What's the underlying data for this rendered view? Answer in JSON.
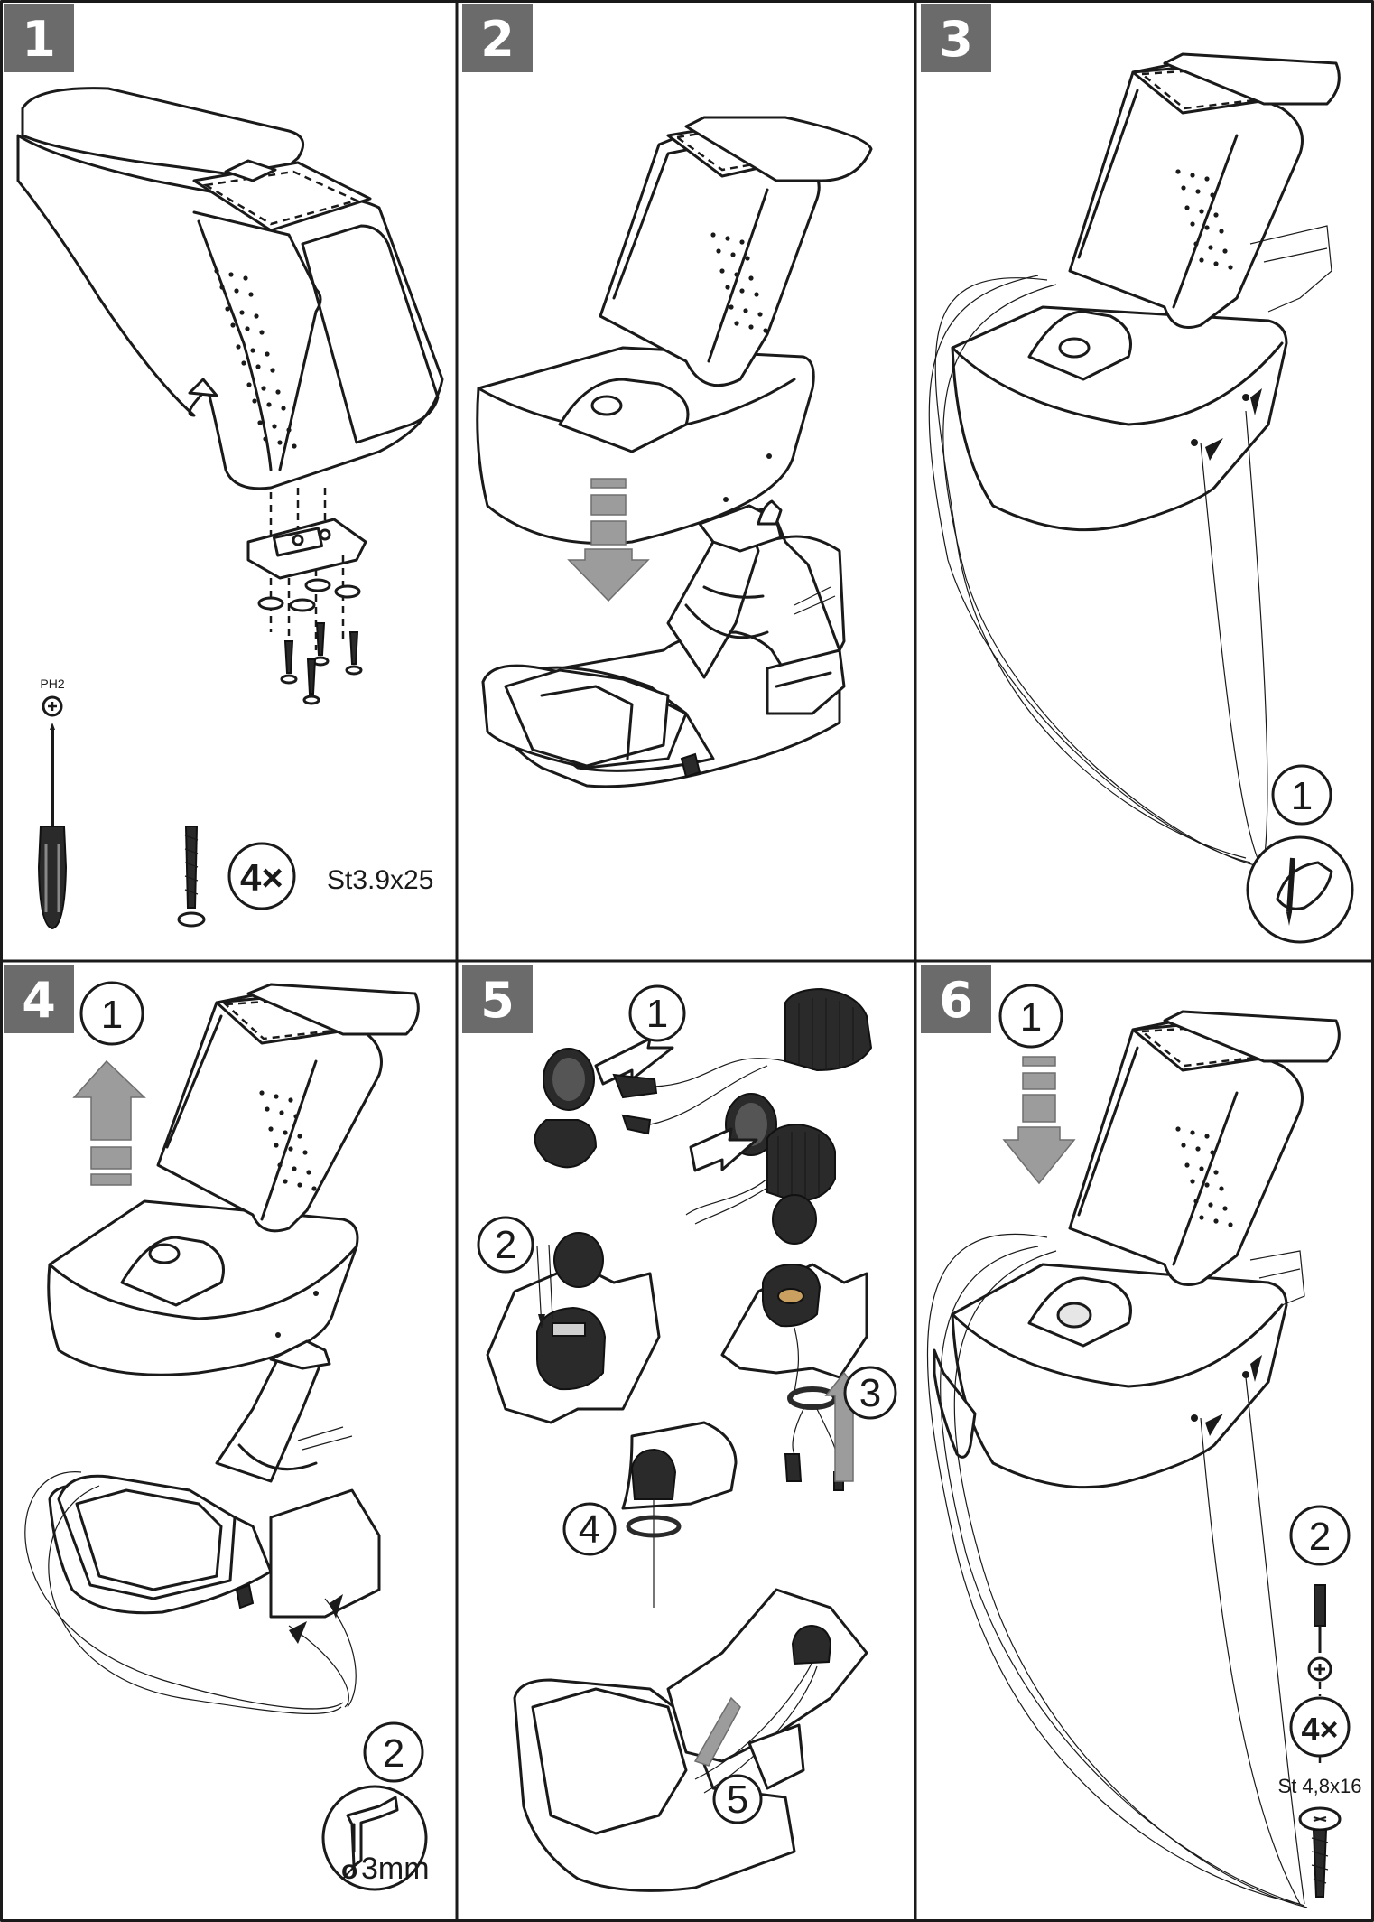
{
  "colors": {
    "frame": "#1a1a1a",
    "badge": "#6b6b6b",
    "arrow": "#a3a3a3",
    "paper": "#ffffff"
  },
  "panels": [
    {
      "number": "1",
      "texts": {
        "bit": "PH2",
        "qty": "4×",
        "screw": "St3.9x25"
      }
    },
    {
      "number": "2"
    },
    {
      "number": "3",
      "callouts": [
        "1"
      ]
    },
    {
      "number": "4",
      "callouts": [
        "1",
        "2"
      ],
      "texts": {
        "drill": "3mm",
        "drill_prefix": "ø"
      }
    },
    {
      "number": "5",
      "callouts": [
        "1",
        "2",
        "3",
        "4",
        "5"
      ]
    },
    {
      "number": "6",
      "callouts": [
        "1",
        "2"
      ],
      "texts": {
        "qty": "4×",
        "screw": "St 4,8x16"
      }
    }
  ],
  "icons": [
    "screwdriver-icon",
    "screw-icon",
    "phillips-bit-icon",
    "marking-pen-icon",
    "drill-bit-icon",
    "arrow-down-icon",
    "arrow-up-icon"
  ]
}
